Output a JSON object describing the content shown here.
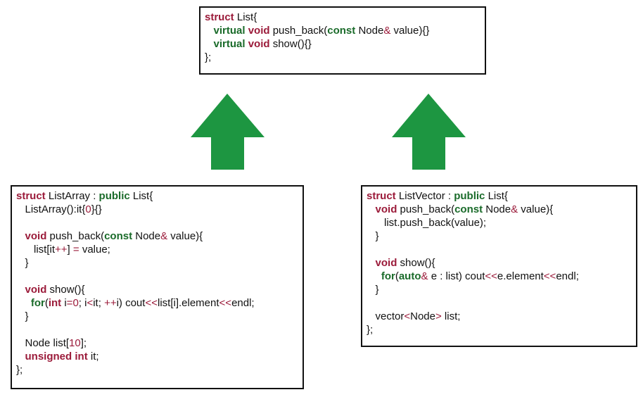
{
  "colors": {
    "keyword_red": "#9b1b3a",
    "keyword_green": "#1a6b2a",
    "arrow_green": "#1d9641",
    "border": "#111111"
  },
  "boxes": {
    "list": {
      "lines": [
        [
          {
            "t": "struct",
            "k": "kw1"
          },
          {
            "t": " List{"
          }
        ],
        [
          {
            "t": "   "
          },
          {
            "t": "virtual",
            "k": "kw2"
          },
          {
            "t": " "
          },
          {
            "t": "void",
            "k": "kw1"
          },
          {
            "t": " push_back("
          },
          {
            "t": "const",
            "k": "kw2"
          },
          {
            "t": " Node"
          },
          {
            "t": "&",
            "k": "op"
          },
          {
            "t": " value){}"
          }
        ],
        [
          {
            "t": "   "
          },
          {
            "t": "virtual",
            "k": "kw2"
          },
          {
            "t": " "
          },
          {
            "t": "void",
            "k": "kw1"
          },
          {
            "t": " show(){}"
          }
        ],
        [
          {
            "t": "};"
          }
        ]
      ]
    },
    "listarray": {
      "lines": [
        [
          {
            "t": "struct",
            "k": "kw1"
          },
          {
            "t": " ListArray : "
          },
          {
            "t": "public",
            "k": "kw2"
          },
          {
            "t": " List{"
          }
        ],
        [
          {
            "t": "   ListArray():it{"
          },
          {
            "t": "0",
            "k": "num"
          },
          {
            "t": "}{}"
          }
        ],
        [
          {
            "t": ""
          }
        ],
        [
          {
            "t": "   "
          },
          {
            "t": "void",
            "k": "kw1"
          },
          {
            "t": " push_back("
          },
          {
            "t": "const",
            "k": "kw2"
          },
          {
            "t": " Node"
          },
          {
            "t": "&",
            "k": "op"
          },
          {
            "t": " value){"
          }
        ],
        [
          {
            "t": "      list[it"
          },
          {
            "t": "++",
            "k": "op"
          },
          {
            "t": "] "
          },
          {
            "t": "=",
            "k": "op"
          },
          {
            "t": " value;"
          }
        ],
        [
          {
            "t": "   }"
          }
        ],
        [
          {
            "t": ""
          }
        ],
        [
          {
            "t": "   "
          },
          {
            "t": "void",
            "k": "kw1"
          },
          {
            "t": " show(){"
          }
        ],
        [
          {
            "t": "     "
          },
          {
            "t": "for",
            "k": "kw2"
          },
          {
            "t": "("
          },
          {
            "t": "int",
            "k": "kw1"
          },
          {
            "t": " i"
          },
          {
            "t": "=",
            "k": "op"
          },
          {
            "t": "0",
            "k": "num"
          },
          {
            "t": "; i"
          },
          {
            "t": "<",
            "k": "op"
          },
          {
            "t": "it; "
          },
          {
            "t": "++",
            "k": "op"
          },
          {
            "t": "i) cout"
          },
          {
            "t": "<<",
            "k": "op"
          },
          {
            "t": "list[i].element"
          },
          {
            "t": "<<",
            "k": "op"
          },
          {
            "t": "endl;"
          }
        ],
        [
          {
            "t": "   }"
          }
        ],
        [
          {
            "t": ""
          }
        ],
        [
          {
            "t": "   Node list["
          },
          {
            "t": "10",
            "k": "num"
          },
          {
            "t": "];"
          }
        ],
        [
          {
            "t": "   "
          },
          {
            "t": "unsigned",
            "k": "kw1"
          },
          {
            "t": " "
          },
          {
            "t": "int",
            "k": "kw1"
          },
          {
            "t": " it;"
          }
        ],
        [
          {
            "t": "};"
          }
        ]
      ]
    },
    "listvector": {
      "lines": [
        [
          {
            "t": "struct",
            "k": "kw1"
          },
          {
            "t": " ListVector : "
          },
          {
            "t": "public",
            "k": "kw2"
          },
          {
            "t": " List{"
          }
        ],
        [
          {
            "t": "   "
          },
          {
            "t": "void",
            "k": "kw1"
          },
          {
            "t": " push_back("
          },
          {
            "t": "const",
            "k": "kw2"
          },
          {
            "t": " Node"
          },
          {
            "t": "&",
            "k": "op"
          },
          {
            "t": " value){"
          }
        ],
        [
          {
            "t": "      list.push_back(value);"
          }
        ],
        [
          {
            "t": "   }"
          }
        ],
        [
          {
            "t": ""
          }
        ],
        [
          {
            "t": "   "
          },
          {
            "t": "void",
            "k": "kw1"
          },
          {
            "t": " show(){"
          }
        ],
        [
          {
            "t": "     "
          },
          {
            "t": "for",
            "k": "kw2"
          },
          {
            "t": "("
          },
          {
            "t": "auto",
            "k": "kw2"
          },
          {
            "t": "&",
            "k": "op"
          },
          {
            "t": " e : list) cout"
          },
          {
            "t": "<<",
            "k": "op"
          },
          {
            "t": "e.element"
          },
          {
            "t": "<<",
            "k": "op"
          },
          {
            "t": "endl;"
          }
        ],
        [
          {
            "t": "   }"
          }
        ],
        [
          {
            "t": ""
          }
        ],
        [
          {
            "t": "   vector"
          },
          {
            "t": "<",
            "k": "op"
          },
          {
            "t": "Node"
          },
          {
            "t": ">",
            "k": "op"
          },
          {
            "t": " list;"
          }
        ],
        [
          {
            "t": "};"
          }
        ]
      ]
    }
  }
}
